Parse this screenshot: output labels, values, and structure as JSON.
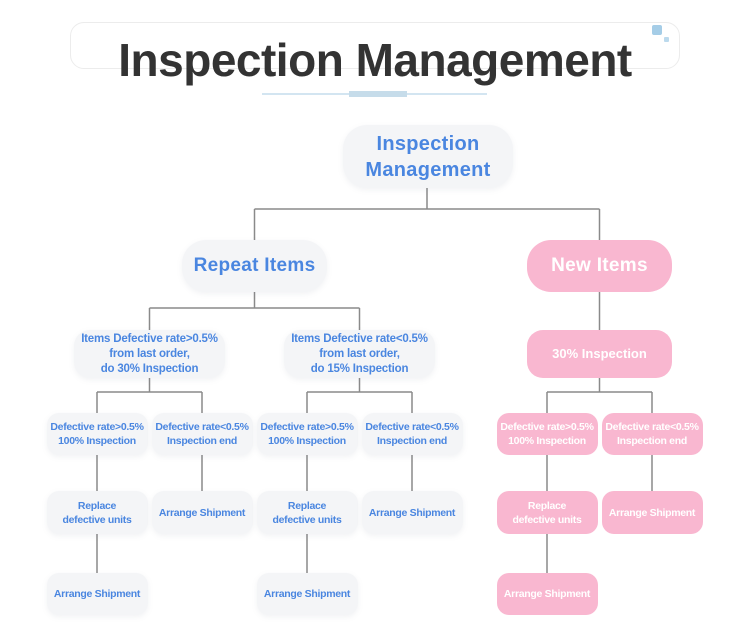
{
  "header": {
    "title": "Inspection Management"
  },
  "flowchart": {
    "root": "Inspection\nManagement",
    "repeat_items": "Repeat Items",
    "new_items": "New Items",
    "repeat_high": "Items Defective rate>0.5%\nfrom last order,\ndo 30% Inspection",
    "repeat_low": "Items Defective rate<0.5%\nfrom last order,\ndo 15% Inspection",
    "new_inspection": "30% Inspection",
    "repeat_high_defect_high": "Defective rate>0.5%\n100% Inspection",
    "repeat_high_defect_low": "Defective rate<0.5%\nInspection end",
    "repeat_low_defect_high": "Defective rate>0.5%\n100% Inspection",
    "repeat_low_defect_low": "Defective rate<0.5%\nInspection end",
    "new_defect_high": "Defective rate>0.5%\n100% Inspection",
    "new_defect_low": "Defective rate<0.5%\nInspection end",
    "repeat_high_replace": "Replace\ndefective units",
    "repeat_high_ship": "Arrange Shipment",
    "repeat_low_replace": "Replace\ndefective units",
    "repeat_low_ship": "Arrange Shipment",
    "new_replace": "Replace\ndefective units",
    "new_ship": "Arrange Shipment",
    "repeat_high_final_ship": "Arrange Shipment",
    "repeat_low_final_ship": "Arrange Shipment",
    "new_final_ship": "Arrange Shipment"
  },
  "colors": {
    "accent_blue": "#4a86e0",
    "accent_pink": "#f9b7d0",
    "node_gray": "#f4f5f7",
    "connector_gray": "#8a8a8a",
    "title_dark": "#333333",
    "underline_light": "#d3e5f1",
    "underline_accent": "#c6dcea",
    "decor_square": "#a5cde7"
  }
}
